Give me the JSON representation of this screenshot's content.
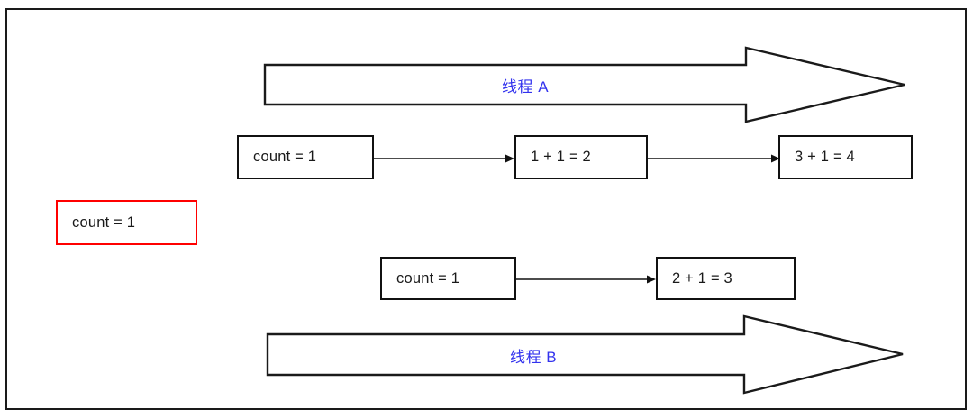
{
  "diagram": {
    "title": "thread-race-condition-diagram",
    "colors": {
      "frame_border": "#1a1a1a",
      "box_border": "#111111",
      "highlight_box_border": "#ff0000",
      "thread_label_text": "#3333ee",
      "arrow_stroke": "#111111",
      "background": "#ffffff"
    },
    "threads": [
      {
        "id": "thread-a",
        "label": "线程 A"
      },
      {
        "id": "thread-b",
        "label": "线程 B"
      }
    ],
    "shared_variable": {
      "label": "count = 1",
      "highlighted": true
    },
    "thread_a_steps": [
      {
        "id": "a-step-1",
        "label": "count = 1"
      },
      {
        "id": "a-step-2",
        "label": "1 + 1 = 2"
      },
      {
        "id": "a-step-3",
        "label": "3 + 1 = 4"
      }
    ],
    "thread_b_steps": [
      {
        "id": "b-step-1",
        "label": "count = 1"
      },
      {
        "id": "b-step-2",
        "label": "2 + 1 = 3"
      }
    ]
  }
}
